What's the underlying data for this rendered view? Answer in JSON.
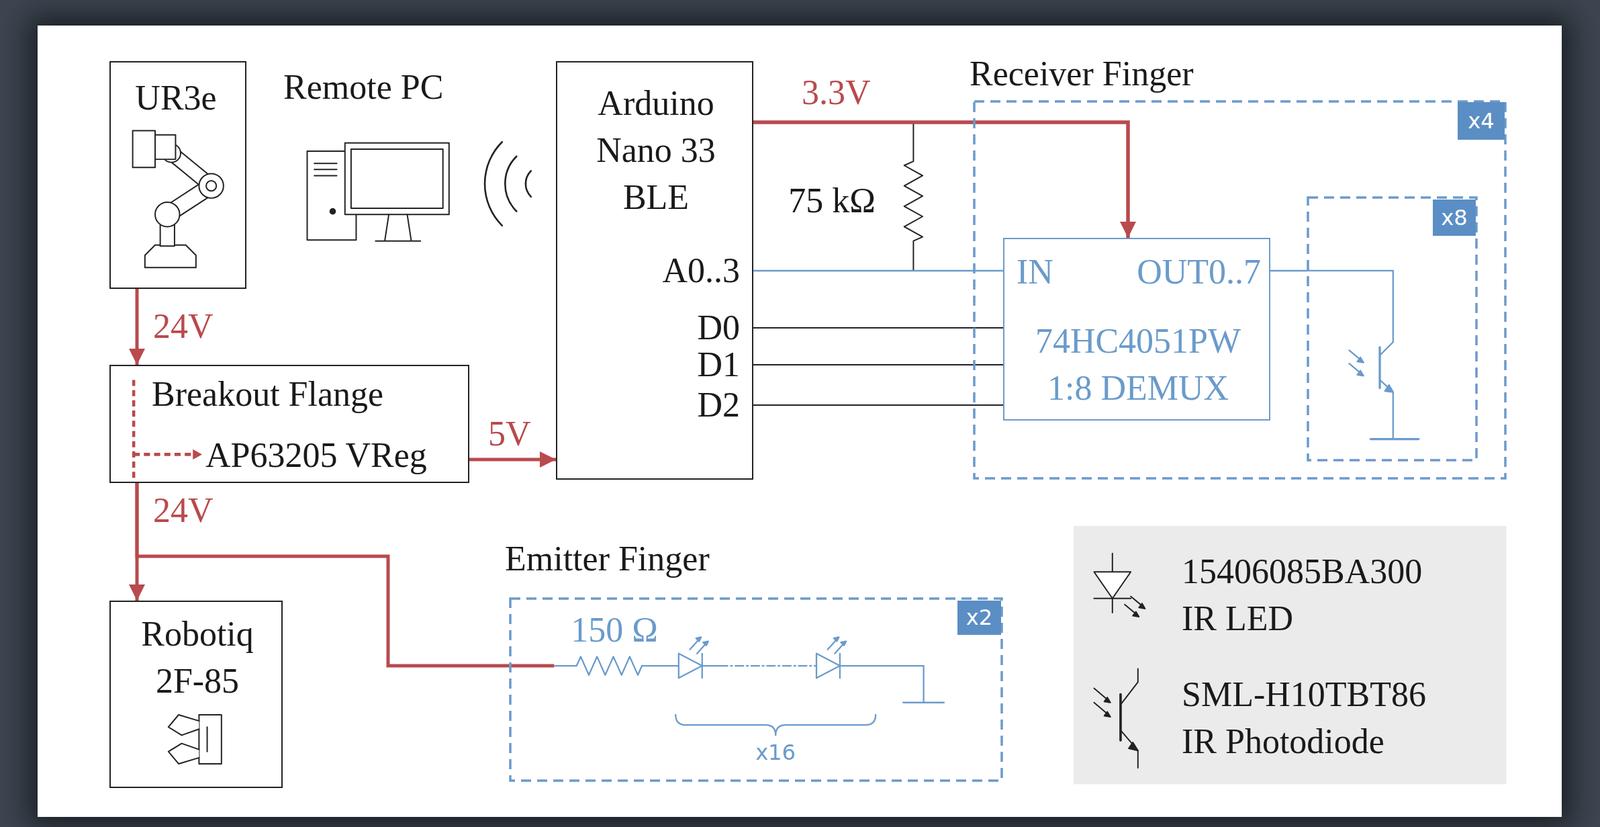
{
  "diagram": {
    "nodes": [
      {
        "text": [
          "UR3e"
        ]
      },
      {
        "text": [
          "Arduino Nano 33 BLE"
        ]
      },
      {
        "text": [
          "Receiver Finger",
          "x4"
        ]
      },
      {
        "text": [
          "IN",
          "OUT0..7",
          "74HC4051PW 1:8 DEMUX"
        ],
        "in": 2
      },
      {
        "text": [
          "x8"
        ],
        "in": 2
      },
      {
        "text": [
          "Breakout Flange",
          "AP63205 VReg"
        ]
      },
      {
        "text": [
          "Robotiq 2F-85"
        ]
      },
      {
        "text": [
          "Emitter Finger",
          "x2"
        ]
      }
    ],
    "edges": [
      {
        "from": 0,
        "to": 5,
        "arrow": "to",
        "label": "24V"
      },
      {
        "from": 5,
        "to": 1,
        "arrow": "to",
        "label": "5V"
      },
      {
        "from": 5,
        "to": 6,
        "arrow": "to",
        "label": "24V"
      },
      {
        "from": 5,
        "to": 7,
        "arrow": "none"
      },
      {
        "from": 1,
        "to": 3,
        "arrow": "to",
        "label": "3.3V"
      },
      {
        "from": 1,
        "to": 3,
        "arrow": "none"
      },
      {
        "from": 1,
        "to": 3,
        "arrow": "none"
      },
      {
        "from": 1,
        "to": 3,
        "arrow": "none"
      },
      {
        "from": 1,
        "to": 3,
        "arrow": "none"
      },
      {
        "from": 3,
        "to": 4,
        "arrow": "none"
      }
    ],
    "labels": [
      "Remote PC",
      "A0..3",
      "D0",
      "D1",
      "D2",
      "75 kΩ",
      "150 Ω",
      "x16"
    ],
    "legend": [
      {
        "text": "15406085BA300 IR LED"
      },
      {
        "text": "SML-H10TBT86 IR Photodiode"
      }
    ]
  }
}
